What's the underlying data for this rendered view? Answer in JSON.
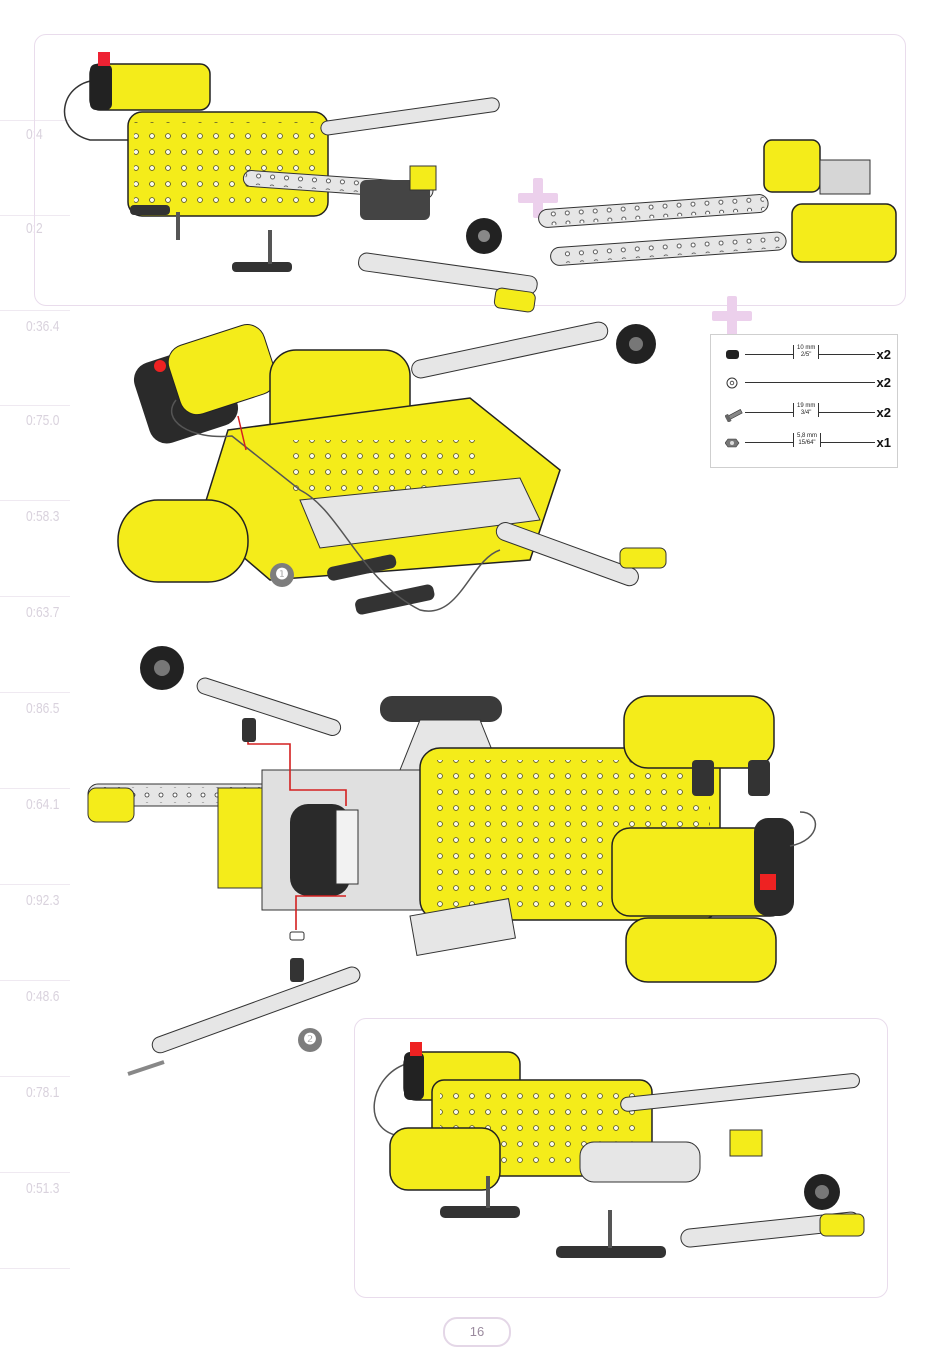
{
  "side_labels": [
    "0:4",
    "0:2",
    "0:36.4",
    "0:75.0",
    "0:58.3",
    "0:63.7",
    "0:86.5",
    "0:64.1",
    "0:92.3",
    "0:48.6",
    "0:78.1",
    "0:51.3"
  ],
  "parts": [
    {
      "icon": "spacer-icon",
      "dimension": "10 mm",
      "fraction": "2/5\"",
      "quantity": "x2"
    },
    {
      "icon": "washer-icon",
      "dimension": "",
      "fraction": "",
      "quantity": "x2"
    },
    {
      "icon": "screw-icon",
      "dimension": "19 mm",
      "fraction": "3/4\"",
      "quantity": "x2"
    },
    {
      "icon": "nut-icon",
      "dimension": "5,8 mm",
      "fraction": "15/64\"",
      "quantity": "x1"
    }
  ],
  "steps": [
    {
      "number": "❶"
    },
    {
      "number": "❷"
    }
  ],
  "page_number": "16",
  "colors": {
    "yellow": "#f4ec1a",
    "frame": "#e9dcec",
    "metal": "#e6e6e6",
    "dark": "#222222",
    "wire_red": "#d42020",
    "badge": "#7d7d7d"
  }
}
